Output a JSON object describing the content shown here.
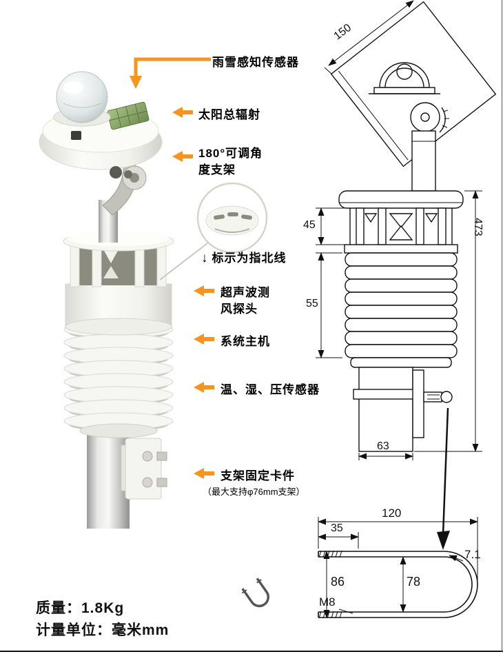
{
  "page": {
    "labels": {
      "rain_snow": "雨雪感知传感器",
      "solar": "太阳总辐射",
      "bracket_l1": "180°可调角",
      "bracket_l2": "度支架",
      "north": "标示为指北线",
      "ultrasonic_l1": "超声波测",
      "ultrasonic_l2": "风探头",
      "host": "系统主机",
      "thp": "温、湿、压传感器",
      "clip": "支架固定卡件",
      "clip_note": "（最大支持φ76mm支架）"
    },
    "dims": {
      "plate_width": "150",
      "wind_section_h": "45",
      "louver_section_h": "55",
      "overall_h": "473",
      "pole_w": "63",
      "ubolt_w": "120",
      "thread_len": "35",
      "rod_d": "7.1",
      "outer_h": "86",
      "inner_h": "78",
      "thread": "M8"
    },
    "footer": {
      "mass": "质量：1.8Kg",
      "unit": "计量单位：毫米mm"
    },
    "icons": {
      "down_arrow": "↓"
    },
    "colors": {
      "accent_orange": "#F7941D",
      "line_black": "#111111"
    }
  }
}
